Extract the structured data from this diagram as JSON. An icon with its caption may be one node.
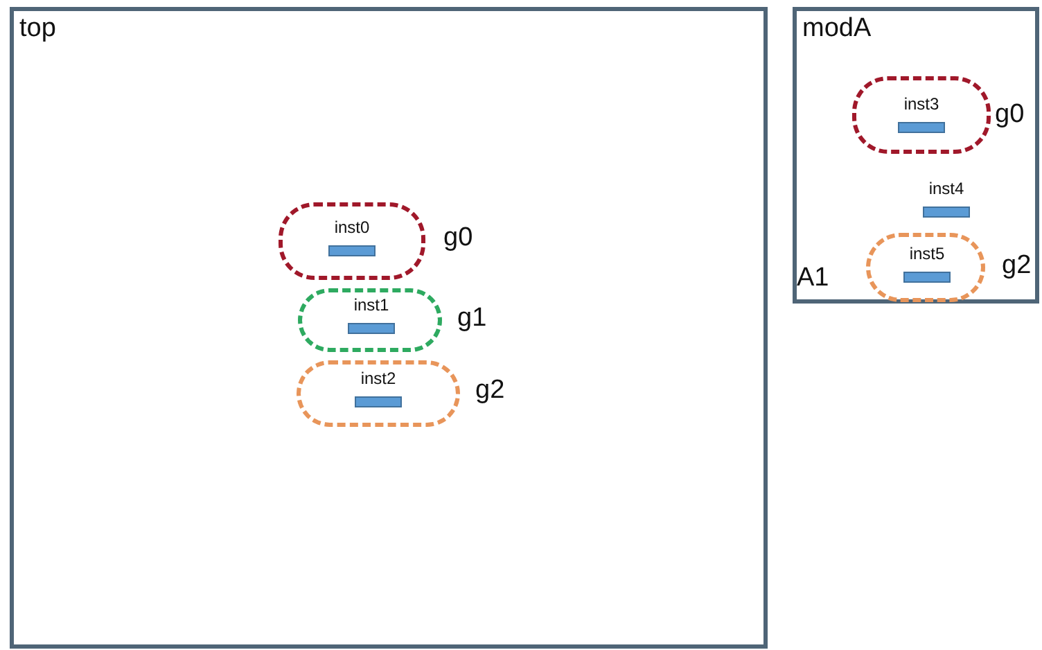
{
  "diagram": {
    "nodes": [
      {
        "text": [
          "top"
        ]
      },
      {
        "text": [
          "g0"
        ],
        "in": 0
      },
      {
        "text": [
          "inst0"
        ],
        "in": 1
      },
      {
        "text": [
          "g1"
        ],
        "in": 0
      },
      {
        "text": [
          "inst1"
        ],
        "in": 3
      },
      {
        "text": [
          "g2"
        ],
        "in": 0
      },
      {
        "text": [
          "inst2"
        ],
        "in": 5
      },
      {
        "text": [
          "modA"
        ]
      },
      {
        "text": [
          "g0"
        ],
        "in": 7
      },
      {
        "text": [
          "inst3"
        ],
        "in": 8
      },
      {
        "text": [
          "inst4"
        ],
        "in": 7
      },
      {
        "text": [
          "g2"
        ],
        "in": 7
      },
      {
        "text": [
          "inst5"
        ],
        "in": 11
      }
    ],
    "edges": [],
    "labels": [
      "A1"
    ]
  }
}
